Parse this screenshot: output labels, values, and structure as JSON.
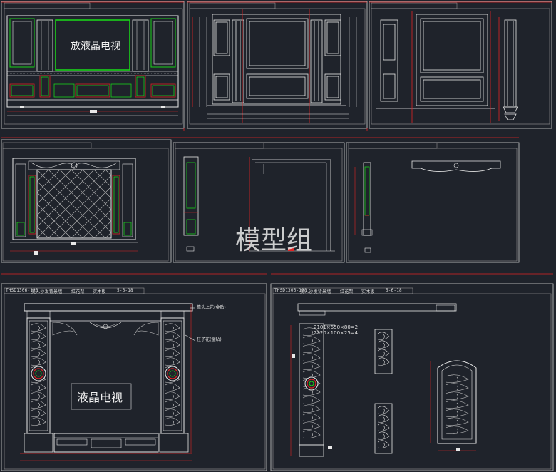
{
  "drawing": {
    "tv_label_top": "放液晶电视",
    "tv_label_bottom": "液晶电视",
    "watermark": "模型组",
    "callout_top": "檐头上花(金贴)",
    "callout_mid": "柱子花(金贴)",
    "dim_row_1": "2101×650×80=2",
    "dim_row_2": "2320×100×25=4",
    "title_bar_bottom_left": [
      "THSD1306-128",
      "美人沙发背景墙",
      "红花梨",
      "实木板",
      "5-6-18"
    ],
    "title_bar_bottom_right": [
      "THSD1306-128",
      "美人沙发背景墙",
      "红花梨",
      "实木板",
      "5-6-18"
    ]
  },
  "colors": {
    "background": "#1f232b",
    "line": "#e8e8e8",
    "frame": "#c0c0c0",
    "green": "#19d219",
    "red": "#e02424",
    "accent_red": "#ff3030"
  }
}
